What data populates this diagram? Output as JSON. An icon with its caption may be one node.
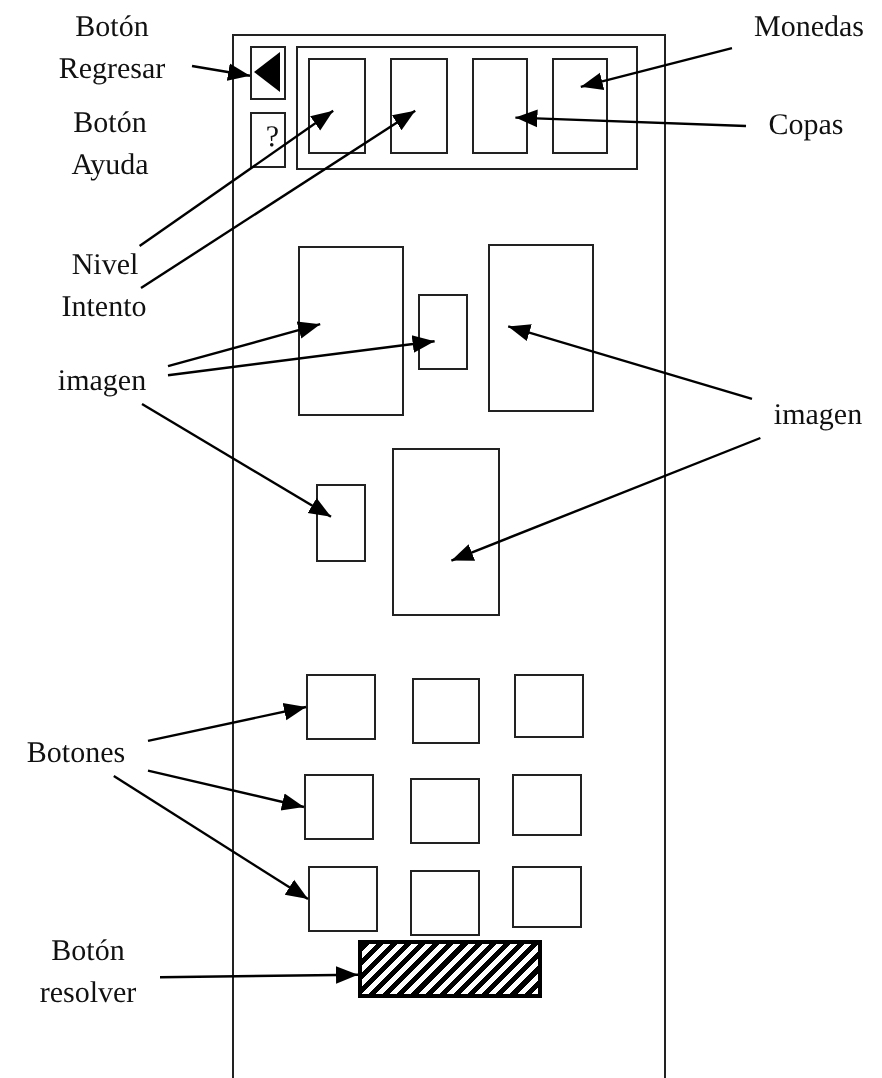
{
  "diagram": {
    "nodes": [
      {
        "text": [
          "Botón Regresar"
        ]
      },
      {
        "text": [],
        "shape": "box"
      },
      {
        "text": [],
        "shape": "box",
        "in": 1
      },
      {
        "text": [
          "?"
        ],
        "in": 1
      },
      {
        "text": [],
        "shape": "box",
        "in": 1
      },
      {
        "text": [],
        "shape": "box",
        "in": 4
      },
      {
        "text": [],
        "shape": "box",
        "in": 4
      },
      {
        "text": [],
        "shape": "box",
        "in": 4
      },
      {
        "text": [],
        "shape": "box",
        "in": 4
      },
      {
        "text": [
          "Monedas"
        ]
      },
      {
        "text": [
          "Copas"
        ]
      },
      {
        "text": [
          "Nivel"
        ]
      },
      {
        "text": [
          "Intento"
        ]
      },
      {
        "text": [
          "imagen"
        ]
      },
      {
        "text": [
          "imagen"
        ]
      },
      {
        "text": [],
        "shape": "box",
        "in": 1
      },
      {
        "text": [],
        "shape": "box",
        "in": 1
      },
      {
        "text": [],
        "shape": "box",
        "in": 1
      },
      {
        "text": [],
        "shape": "box",
        "in": 1
      },
      {
        "text": [],
        "shape": "box",
        "in": 1
      },
      {
        "text": [
          "Botones"
        ]
      },
      {
        "text": [],
        "shape": "box",
        "in": 1
      },
      {
        "text": [],
        "shape": "box",
        "in": 1
      },
      {
        "text": [],
        "shape": "box",
        "in": 1
      },
      {
        "text": [],
        "shape": "box",
        "in": 1
      },
      {
        "text": [],
        "shape": "box",
        "in": 1
      },
      {
        "text": [],
        "shape": "box",
        "in": 1
      },
      {
        "text": [],
        "shape": "box",
        "in": 1
      },
      {
        "text": [],
        "shape": "box",
        "in": 1
      },
      {
        "text": [],
        "shape": "box",
        "in": 1
      },
      {
        "text": [
          "Botón resolver"
        ]
      },
      {
        "text": [],
        "shape": "box",
        "in": 1
      }
    ],
    "edges": [
      {
        "from": 0,
        "to": 2,
        "arrow": "to"
      },
      {
        "from": 9,
        "to": 8,
        "arrow": "to"
      },
      {
        "from": 10,
        "to": 7,
        "arrow": "to"
      },
      {
        "from": 11,
        "to": 5,
        "arrow": "to"
      },
      {
        "from": 12,
        "to": 6,
        "arrow": "to"
      },
      {
        "from": 13,
        "to": 15,
        "arrow": "to"
      },
      {
        "from": 13,
        "to": 16,
        "arrow": "to"
      },
      {
        "from": 13,
        "to": 18,
        "arrow": "to"
      },
      {
        "from": 14,
        "to": 17,
        "arrow": "to"
      },
      {
        "from": 14,
        "to": 19,
        "arrow": "to"
      },
      {
        "from": 20,
        "to": 21,
        "arrow": "to"
      },
      {
        "from": 20,
        "to": 24,
        "arrow": "to"
      },
      {
        "from": 20,
        "to": 27,
        "arrow": "to"
      },
      {
        "from": 30,
        "to": 31,
        "arrow": "to"
      }
    ],
    "labels": [
      "Botón Ayuda"
    ]
  }
}
